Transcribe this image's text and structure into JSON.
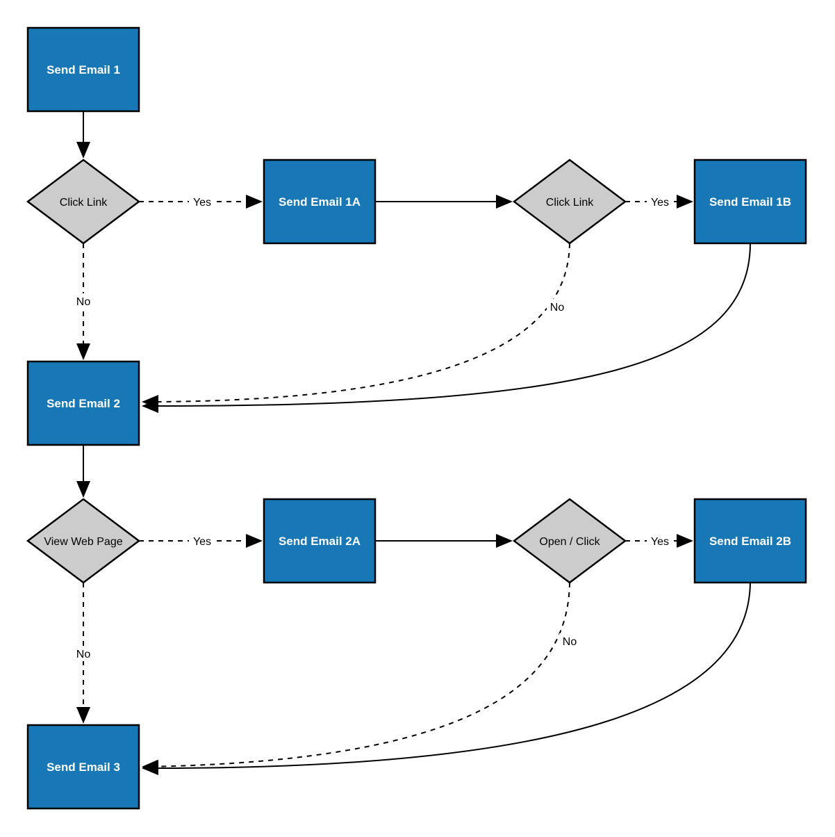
{
  "diagram": {
    "type": "flowchart",
    "colors": {
      "process_fill": "#1778b5",
      "process_text": "#ffffff",
      "decision_fill": "#cccccc",
      "decision_text": "#000000",
      "line": "#000000",
      "background": "#ffffff"
    },
    "nodes": [
      {
        "id": "send-email-1",
        "shape": "rectangle",
        "label": "Send Email 1"
      },
      {
        "id": "click-link-1",
        "shape": "diamond",
        "label": "Click Link"
      },
      {
        "id": "send-email-1a",
        "shape": "rectangle",
        "label": "Send Email 1A"
      },
      {
        "id": "click-link-2",
        "shape": "diamond",
        "label": "Click Link"
      },
      {
        "id": "send-email-1b",
        "shape": "rectangle",
        "label": "Send Email 1B"
      },
      {
        "id": "send-email-2",
        "shape": "rectangle",
        "label": "Send Email 2"
      },
      {
        "id": "view-web-page",
        "shape": "diamond",
        "label": "View Web Page"
      },
      {
        "id": "send-email-2a",
        "shape": "rectangle",
        "label": "Send Email 2A"
      },
      {
        "id": "open-click",
        "shape": "diamond",
        "label": "Open / Click"
      },
      {
        "id": "send-email-2b",
        "shape": "rectangle",
        "label": "Send Email 2B"
      },
      {
        "id": "send-email-3",
        "shape": "rectangle",
        "label": "Send Email 3"
      }
    ],
    "edges": [
      {
        "from": "send-email-1",
        "to": "click-link-1",
        "style": "solid",
        "label": ""
      },
      {
        "from": "click-link-1",
        "to": "send-email-1a",
        "style": "dashed",
        "label": "Yes"
      },
      {
        "from": "send-email-1a",
        "to": "click-link-2",
        "style": "solid",
        "label": ""
      },
      {
        "from": "click-link-2",
        "to": "send-email-1b",
        "style": "dashed",
        "label": "Yes"
      },
      {
        "from": "click-link-1",
        "to": "send-email-2",
        "style": "dashed",
        "label": "No"
      },
      {
        "from": "click-link-2",
        "to": "send-email-2",
        "style": "dashed",
        "label": "No"
      },
      {
        "from": "send-email-1b",
        "to": "send-email-2",
        "style": "solid",
        "label": ""
      },
      {
        "from": "send-email-2",
        "to": "view-web-page",
        "style": "solid",
        "label": ""
      },
      {
        "from": "view-web-page",
        "to": "send-email-2a",
        "style": "dashed",
        "label": "Yes"
      },
      {
        "from": "send-email-2a",
        "to": "open-click",
        "style": "solid",
        "label": ""
      },
      {
        "from": "open-click",
        "to": "send-email-2b",
        "style": "dashed",
        "label": "Yes"
      },
      {
        "from": "view-web-page",
        "to": "send-email-3",
        "style": "dashed",
        "label": "No"
      },
      {
        "from": "open-click",
        "to": "send-email-3",
        "style": "dashed",
        "label": "No"
      },
      {
        "from": "send-email-2b",
        "to": "send-email-3",
        "style": "solid",
        "label": ""
      }
    ]
  }
}
